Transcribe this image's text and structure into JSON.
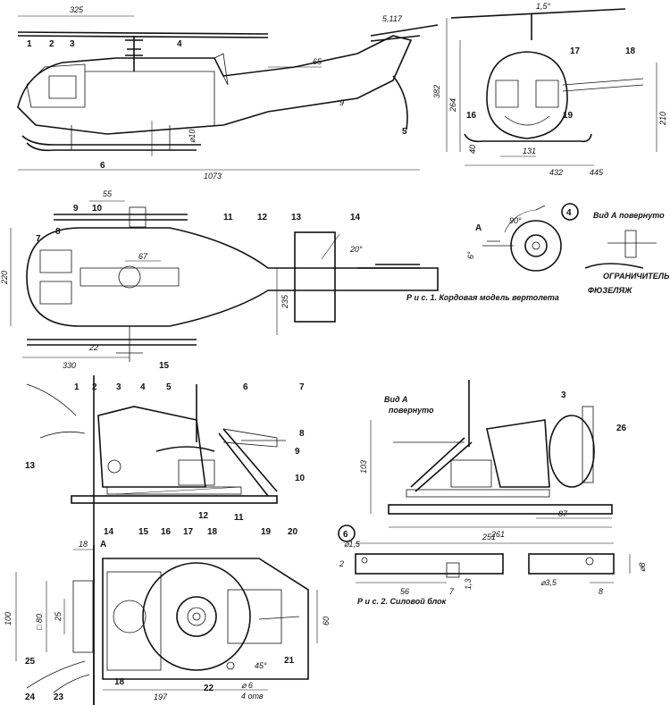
{
  "fig1": {
    "caption": "Р и с. 1. Кордовая модель вертолета",
    "side_view": {
      "dims": [
        "325",
        "1073",
        "65",
        "9",
        "⌀10",
        "382",
        "264",
        "210",
        "40"
      ],
      "parts": [
        "1",
        "2",
        "3",
        "4",
        "5",
        "6"
      ]
    },
    "front_view": {
      "dims": [
        "131",
        "432",
        "445",
        "1,5°",
        "5,117"
      ],
      "parts": [
        "16",
        "17",
        "18",
        "19"
      ]
    },
    "top_view": {
      "dims": [
        "55",
        "220",
        "67",
        "235",
        "330",
        "22",
        "20°"
      ],
      "parts": [
        "7",
        "8",
        "9",
        "10",
        "11",
        "12",
        "13",
        "14",
        "15"
      ]
    },
    "detail": {
      "number": "4",
      "view_label": "Вид А повернуто",
      "dims": [
        "90°",
        "6°"
      ],
      "arrow_label": "А",
      "labels": [
        "ОГРАНИЧИТЕЛЬ",
        "ФЮЗЕЛЯЖ"
      ]
    }
  },
  "fig2": {
    "caption": "Р и с. 2. Силовой блок",
    "side": {
      "parts": [
        "1",
        "2",
        "3",
        "4",
        "5",
        "6",
        "7",
        "8",
        "9",
        "10",
        "11",
        "12",
        "13"
      ]
    },
    "side_b": {
      "view_label_1": "Вид А",
      "view_label_2": "повернуто",
      "dims": [
        "103",
        "261",
        "87"
      ],
      "parts": [
        "3",
        "26"
      ]
    },
    "plan": {
      "arrow_label": "А",
      "dims": [
        "18",
        "100",
        "□ 80",
        "25",
        "60",
        "197",
        "45°",
        "⌀ 6",
        "4 отв"
      ],
      "parts": [
        "14",
        "15",
        "16",
        "17",
        "18",
        "19",
        "20",
        "21",
        "22",
        "23",
        "24",
        "25",
        "18"
      ]
    },
    "detail": {
      "number": "6",
      "dims": [
        "⌀1,5",
        "251",
        "56",
        "7",
        "1,3",
        "⌀3,5",
        "8",
        "⌀8",
        "2"
      ]
    }
  }
}
